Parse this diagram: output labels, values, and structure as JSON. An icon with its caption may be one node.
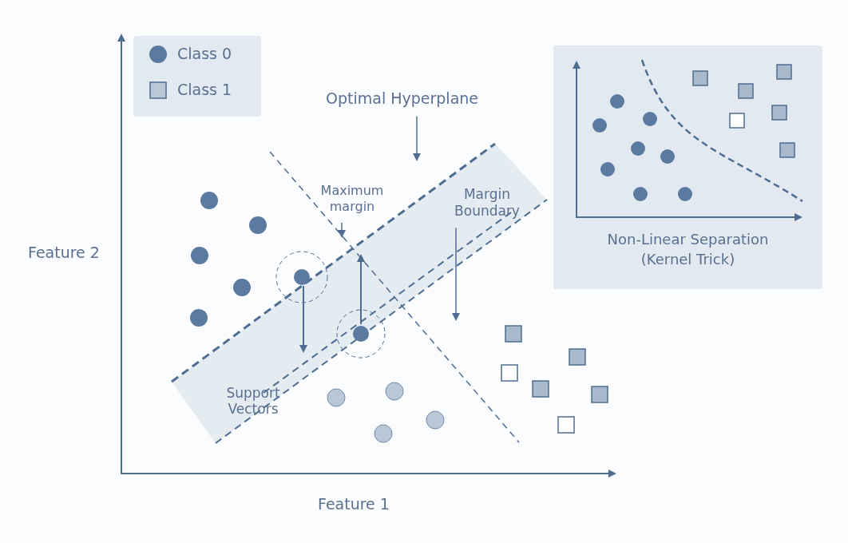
{
  "diagram": {
    "nodes": [
      {
        "text": [
          "Non-Linear Separation (Kernel Trick)"
        ]
      },
      {
        "text": [
          "Optimal Hyperplane"
        ]
      },
      {
        "text": [
          "Maximum margin"
        ]
      },
      {
        "text": [
          "Margin Boundary"
        ]
      }
    ],
    "edges": [
      {
        "from": 1,
        "to": null,
        "arrow": "to"
      },
      {
        "from": 2,
        "to": null,
        "arrow": "to"
      },
      {
        "from": 3,
        "to": null,
        "arrow": "to"
      }
    ],
    "labels": [
      "Feature 2",
      "Feature 1",
      "Support Vectors"
    ],
    "legend": [
      {
        "text": "Class 0"
      },
      {
        "text": "Class 1"
      }
    ]
  }
}
